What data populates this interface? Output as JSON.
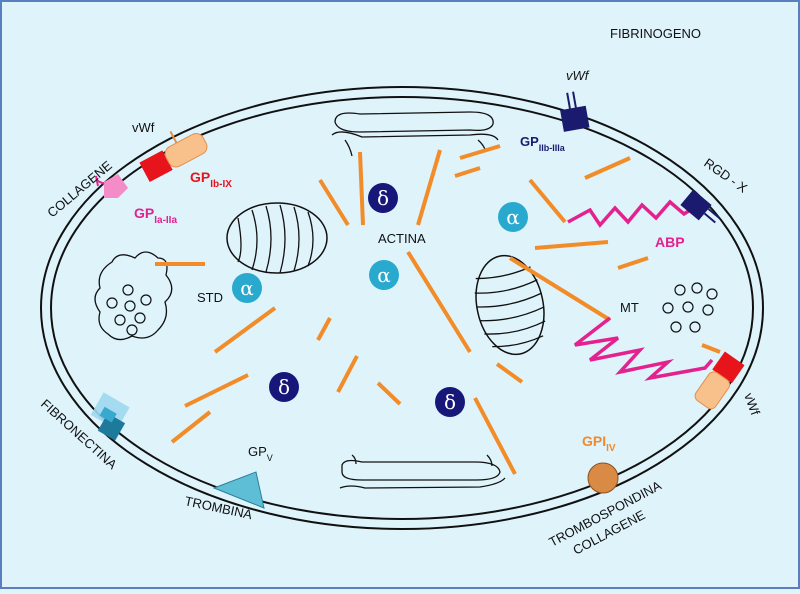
{
  "labels": {
    "fibrinogeno": "FIBRINOGENO",
    "vwf_top_left": "vWf",
    "collagene_left": "COLLAGENE",
    "gp_ib_ix_main": "GP",
    "gp_ib_ix_sub": "Ib-IX",
    "gp_ia_iia_main": "GP",
    "gp_ia_iia_sub": "Ia-IIa",
    "vwf_top_right": "vWf",
    "gp_iib_iiia_main": "GP",
    "gp_iib_iiia_sub": "IIb-IIIa",
    "rgd_x": "RGD - X",
    "actina": "ACTINA",
    "abp": "ABP",
    "mt": "MT",
    "std": "STD",
    "fibronectina": "FIBRONECTINA",
    "gpv_main": "GP",
    "gpv_sub": "V",
    "trombina": "TROMBINA",
    "gpi_iv_main": "GPI",
    "gpi_iv_sub": "IV",
    "vwf_right": "vWf",
    "trombospondina": "TROMBOSPONDINA",
    "collagene_bottom": "COLLAGENE"
  },
  "granules": {
    "delta_symbol": "δ",
    "alpha_symbol": "α"
  },
  "colors": {
    "background": "#dff3fb",
    "border": "#5a7fc0",
    "filament": "#f28c28",
    "delta_granule": "#17177a",
    "alpha_granule": "#2aa9cf",
    "gp_ib_ix": "#e8141c",
    "gp_ia_iia": "#f48cc8",
    "gp_iib_iiia": "#1a1a6e",
    "abp": "#e3228f",
    "fibronectina": "#9fd8ee",
    "trombina": "#5ebed6",
    "gpi_iv": "#d98a45"
  },
  "icons": [
    "delta-granule-icon",
    "alpha-granule-icon",
    "mitochondrion-icon",
    "golgi-icon",
    "open-canalicular-system-icon",
    "receptor-icon"
  ]
}
